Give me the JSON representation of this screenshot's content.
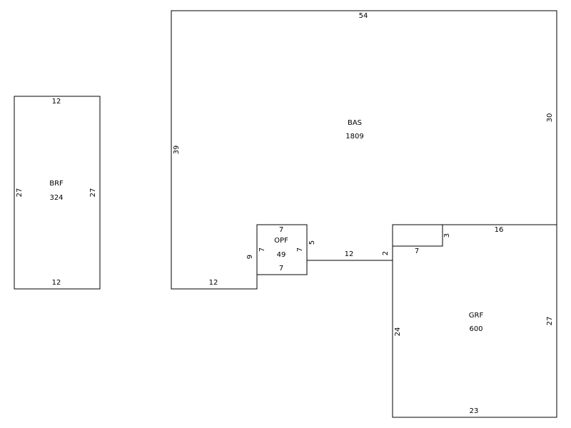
{
  "areas": {
    "brf": {
      "code": "BRF",
      "sqft": "324"
    },
    "bas": {
      "code": "BAS",
      "sqft": "1809"
    },
    "opf": {
      "code": "OPF",
      "sqft": "49"
    },
    "grf": {
      "code": "GRF",
      "sqft": "600"
    }
  },
  "dimensions": {
    "brf_top": "12",
    "brf_bottom": "12",
    "brf_left": "27",
    "brf_right": "27",
    "bas_top": "54",
    "bas_left": "39",
    "bas_right": "30",
    "bas_bottom": "12",
    "bas_step_12": "12",
    "bas_step_2": "2",
    "bas_step_7": "7",
    "bas_step_3": "3",
    "bas_step_16": "16",
    "opf_top": "7",
    "opf_bottom": "7",
    "opf_left": "7",
    "opf_right": "7",
    "opf_offset_9": "9",
    "opf_offset_5": "5",
    "grf_left": "24",
    "grf_right": "27",
    "grf_bottom": "23"
  }
}
